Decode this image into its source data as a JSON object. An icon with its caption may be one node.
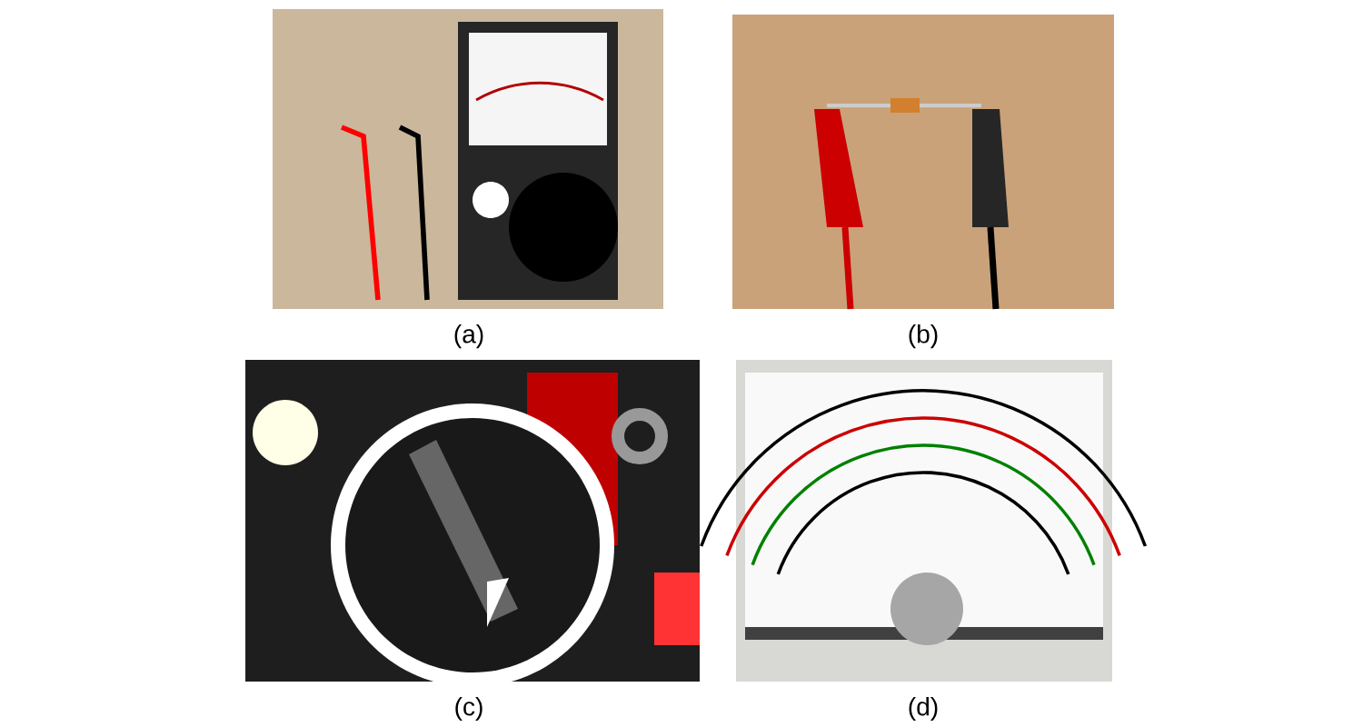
{
  "diagram": {
    "nodes": [
      {
        "text": [],
        "shape": "picture",
        "beside": [
          "(a)"
        ]
      },
      {
        "text": [],
        "shape": "picture",
        "beside": [
          "(b)"
        ]
      },
      {
        "text": [],
        "shape": "picture",
        "beside": [
          "(c)"
        ]
      },
      {
        "text": [],
        "shape": "picture",
        "beside": [
          "(d)"
        ]
      }
    ]
  }
}
